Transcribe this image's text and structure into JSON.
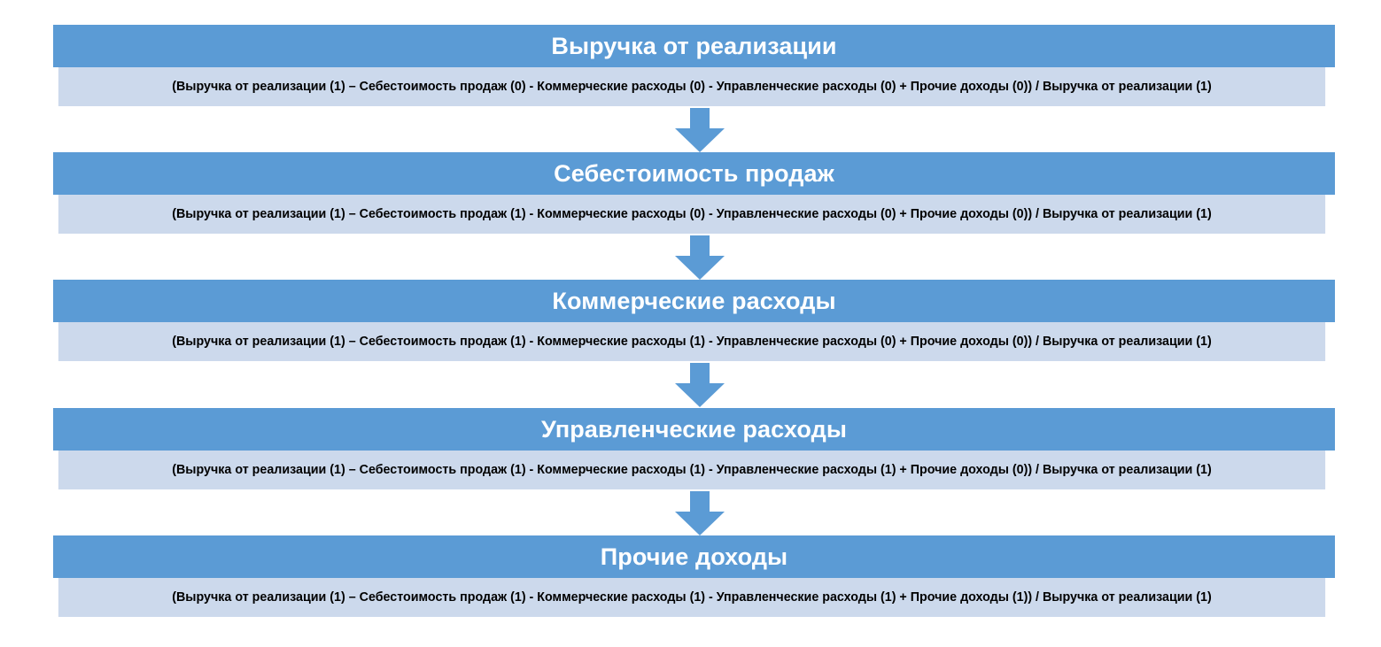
{
  "diagram": {
    "type": "vertical-process-flow",
    "colors": {
      "header_bg": "#5B9BD5",
      "header_text": "#FFFFFF",
      "formula_bg": "#CCD9EC",
      "formula_text": "#000000",
      "arrow_fill": "#5B9BD5",
      "page_bg": "#FFFFFF"
    },
    "stages": [
      {
        "title": "Выручка от реализации",
        "formula": "(Выручка от реализации (1) – Себестоимость продаж (0) - Коммерческие расходы (0) - Управленческие расходы (0) + Прочие доходы (0)) / Выручка от реализации (1)"
      },
      {
        "title": "Себестоимость продаж",
        "formula": "(Выручка от реализации (1) – Себестоимость продаж (1) - Коммерческие расходы (0) - Управленческие расходы (0) + Прочие доходы (0)) / Выручка от реализации (1)"
      },
      {
        "title": "Коммерческие расходы",
        "formula": "(Выручка от реализации (1) – Себестоимость продаж (1) - Коммерческие расходы (1) - Управленческие расходы (0) + Прочие доходы (0)) / Выручка от реализации (1)"
      },
      {
        "title": "Управленческие расходы",
        "formula": "(Выручка от реализации (1) – Себестоимость продаж (1) - Коммерческие расходы (1) - Управленческие расходы (1) + Прочие доходы (0)) / Выручка от реализации (1)"
      },
      {
        "title": "Прочие доходы",
        "formula": "(Выручка от реализации (1) – Себестоимость продаж (1) - Коммерческие расходы (1) - Управленческие расходы (1) + Прочие доходы (1)) / Выручка от реализации (1)"
      }
    ],
    "connectors": [
      {
        "icon": "down-arrow-icon"
      },
      {
        "icon": "down-arrow-icon"
      },
      {
        "icon": "down-arrow-icon"
      },
      {
        "icon": "down-arrow-icon"
      }
    ]
  }
}
